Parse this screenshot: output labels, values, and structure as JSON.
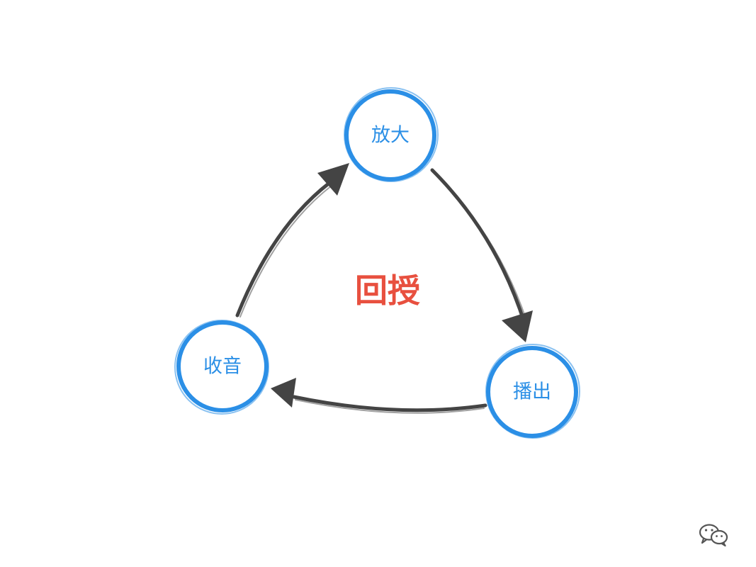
{
  "diagram": {
    "center_label": "回授",
    "nodes": [
      {
        "id": "amplify",
        "label": "放大"
      },
      {
        "id": "playback",
        "label": "播出"
      },
      {
        "id": "pickup",
        "label": "收音"
      }
    ],
    "edges": [
      {
        "from": "amplify",
        "to": "playback"
      },
      {
        "from": "playback",
        "to": "pickup"
      },
      {
        "from": "pickup",
        "to": "amplify"
      }
    ]
  },
  "colors": {
    "node_ring": "#2b8fe6",
    "node_text": "#2b8fe6",
    "center_text": "#e8503f",
    "arrow": "#444444"
  },
  "icons": {
    "watermark": "wechat-logo-icon"
  }
}
